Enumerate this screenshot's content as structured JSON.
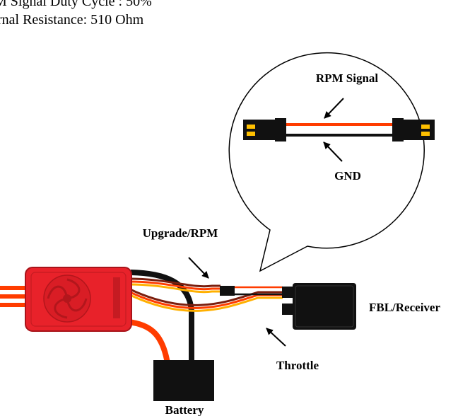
{
  "header": {
    "duty_cycle_text": "M Signal Duty Cycle : 50%",
    "resistance_text": "rnal Resistance: 510 Ohm"
  },
  "callout": {
    "rpm_signal_label": "RPM Signal",
    "gnd_label": "GND"
  },
  "labels": {
    "upgrade_rpm": "Upgrade/RPM",
    "fbl_receiver": "FBL/Receiver",
    "throttle": "Throttle",
    "battery": "Battery"
  },
  "colors": {
    "esc_red": "#e8222a",
    "signal_orange": "#ff3c00",
    "wire_black": "#111111",
    "wire_brown": "#7a1e0e",
    "wire_yellow": "#ffb000",
    "pin_gold": "#ffc000"
  }
}
